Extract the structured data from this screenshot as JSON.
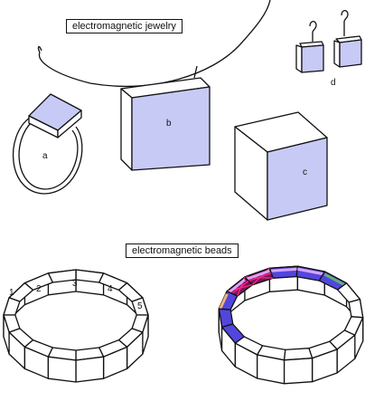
{
  "colors": {
    "stroke": "#111111",
    "face": "#c8caf6",
    "blue": "#5346dd",
    "blue_dark": "#3a2fb5",
    "magenta": "#7a1555",
    "pink": "#ff2288",
    "orange": "#f2b27a",
    "violet": "#d9a3ff",
    "green": "#5fb080"
  },
  "jewelry": {
    "title": "electromagnetic jewelry",
    "labels": {
      "a": "a",
      "b": "b",
      "c": "c",
      "d": "d"
    }
  },
  "beads": {
    "title": "electromagnetic beads",
    "numbers": [
      "1",
      "2",
      "3",
      "4",
      "5"
    ]
  }
}
